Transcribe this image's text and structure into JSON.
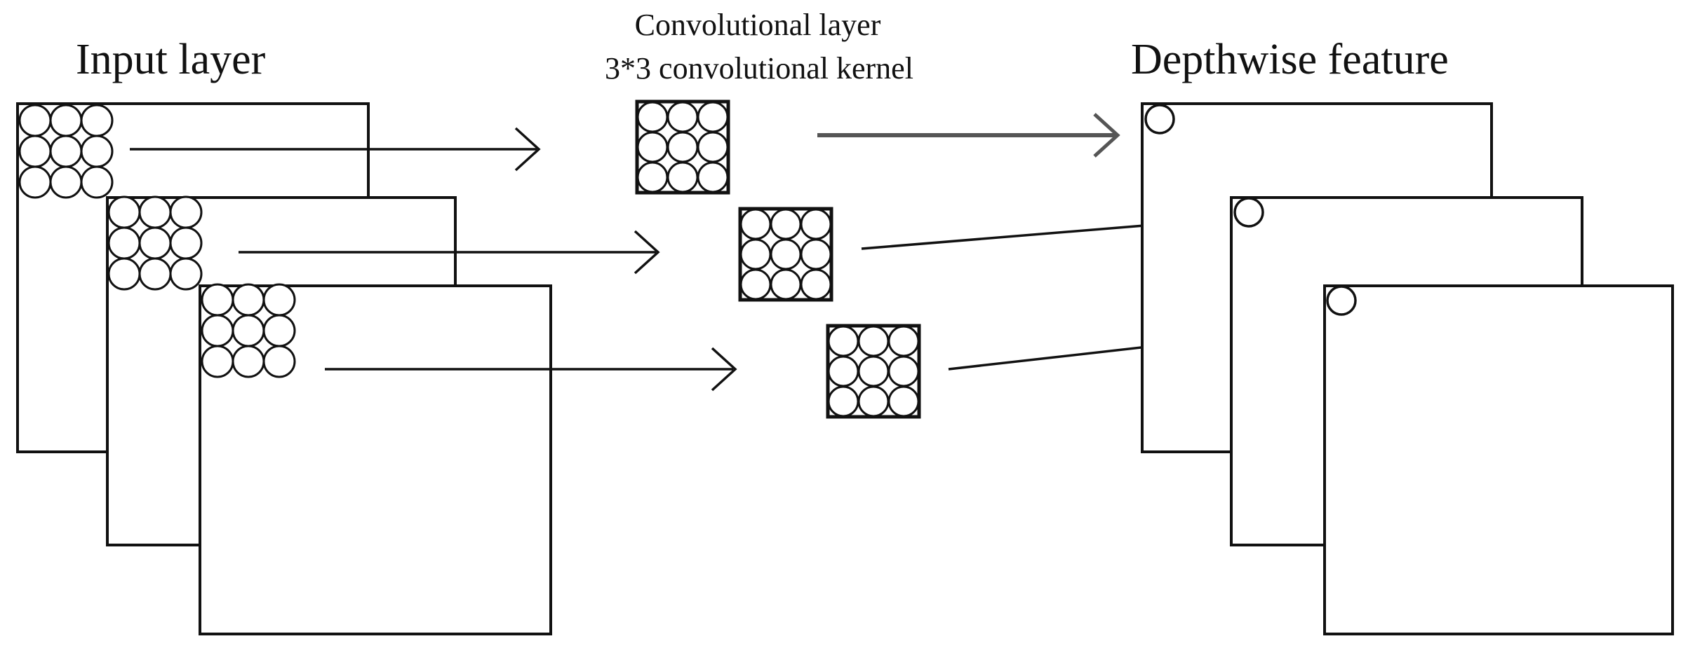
{
  "labels": {
    "input_layer": "Input layer",
    "conv_layer_line1": "Convolutional layer",
    "conv_layer_line2": "3*3 convolutional kernel",
    "depthwise_feature": "Depthwise feature"
  },
  "colors": {
    "stroke": "#111111",
    "background": "#ffffff",
    "thick_arrow": "#555555"
  }
}
